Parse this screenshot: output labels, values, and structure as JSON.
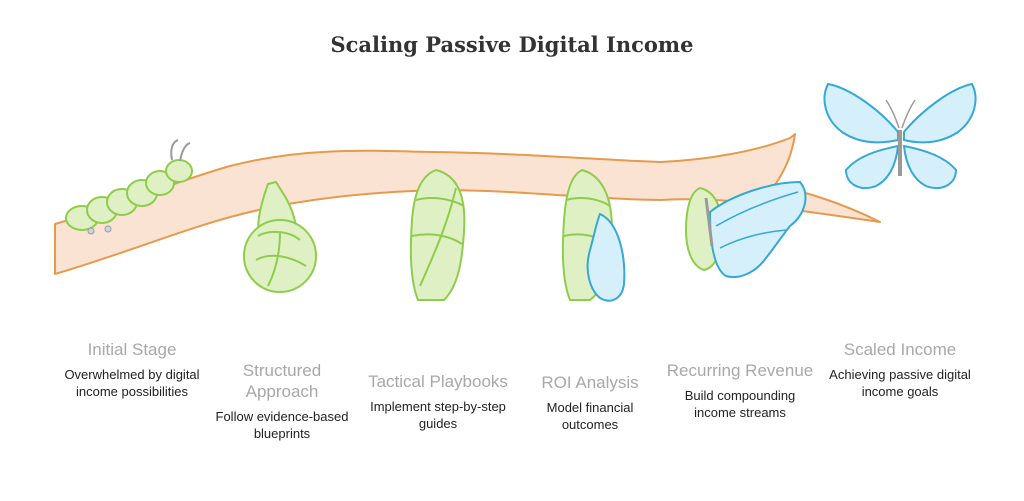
{
  "title": "Scaling Passive Digital Income",
  "colors": {
    "branch": "#fbe3d4",
    "branch_stroke": "#e69a4c",
    "green": "#dff1c4",
    "green_stroke": "#8fcc4b",
    "blue": "#d6f0fb",
    "blue_stroke": "#35a8d8"
  },
  "stages": [
    {
      "title": "Initial Stage",
      "description": "Overwhelmed by digital income possibilities",
      "icon": "caterpillar-icon"
    },
    {
      "title": "Structured Approach",
      "description": "Follow evidence-based blueprints",
      "icon": "cocoon-forming-icon"
    },
    {
      "title": "Tactical Playbooks",
      "description": "Implement step-by-step guides",
      "icon": "chrysalis-icon"
    },
    {
      "title": "ROI Analysis",
      "description": "Model financial outcomes",
      "icon": "emerging-wing-icon"
    },
    {
      "title": "Recurring Revenue",
      "description": "Build compounding income streams",
      "icon": "emerging-butterfly-icon"
    },
    {
      "title": "Scaled Income",
      "description": "Achieving passive digital income goals",
      "icon": "butterfly-icon"
    }
  ]
}
